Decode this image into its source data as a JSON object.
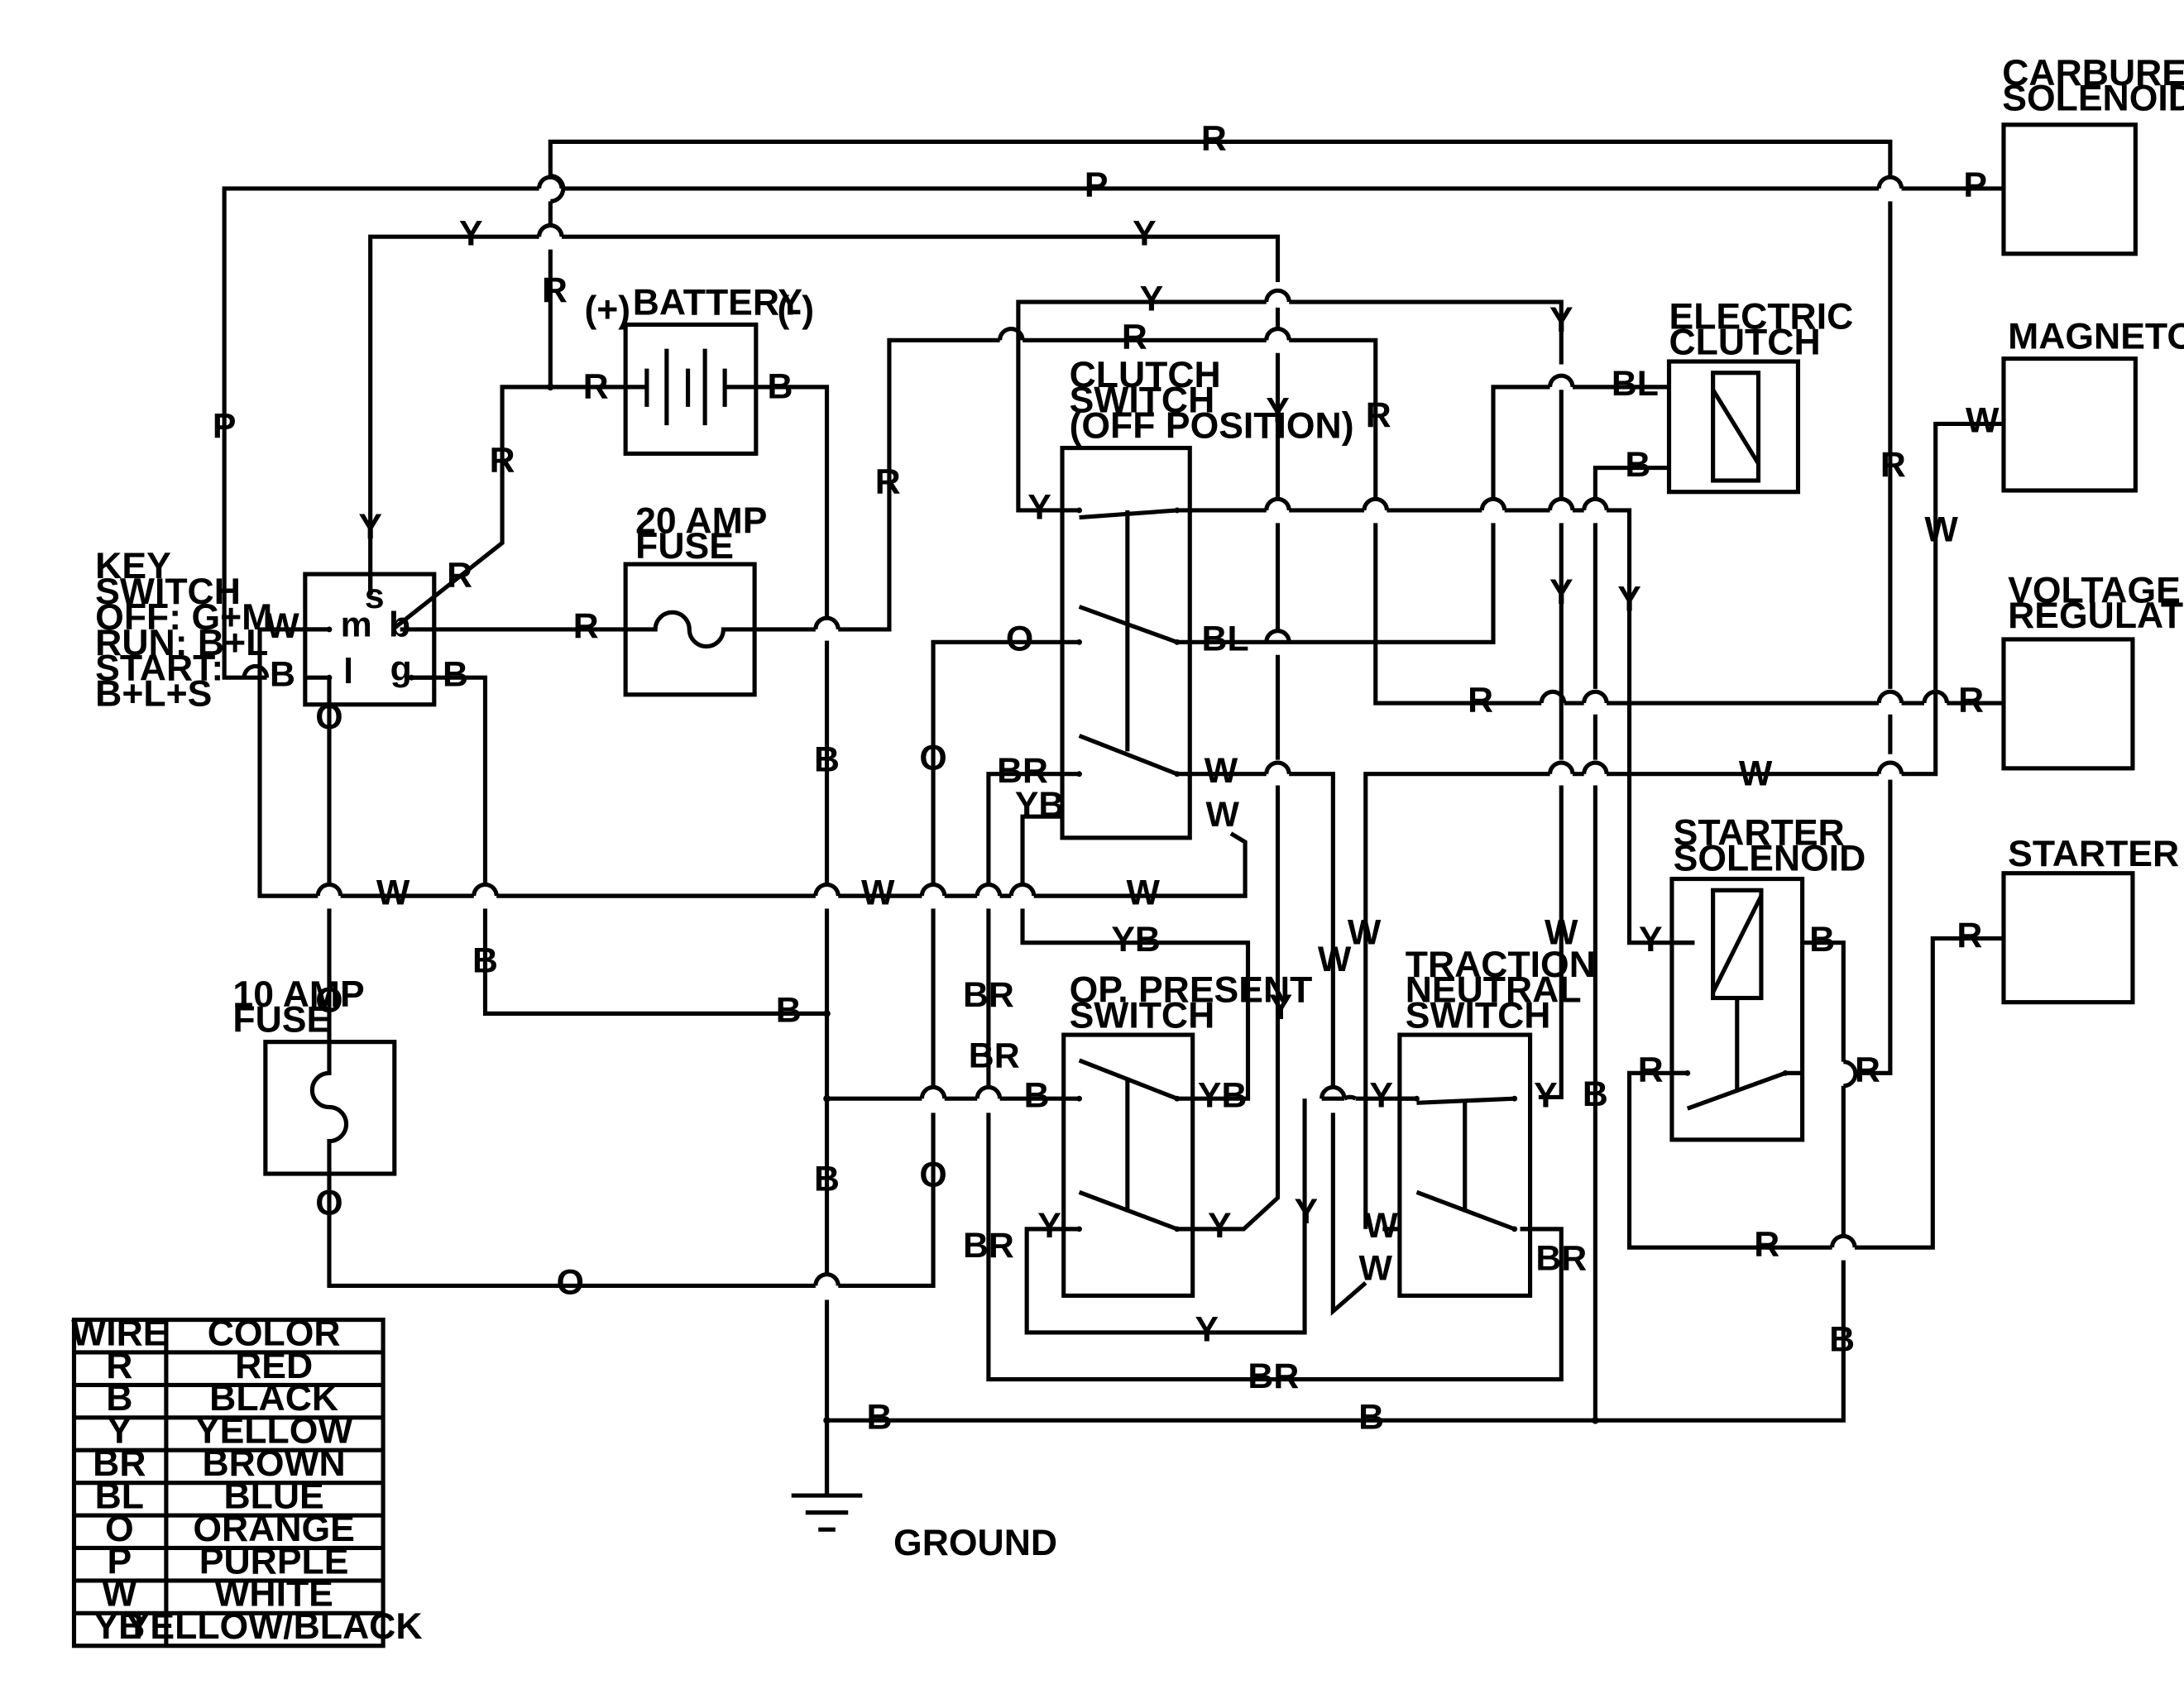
{
  "components": {
    "carb": "CARBURETOR\nSOLENOID",
    "magneto": "MAGNETO",
    "volt": "VOLTAGE\nREGULATOR",
    "starter": "STARTER",
    "eclutch": "ELECTRIC\nCLUTCH",
    "battery": "BATTERY",
    "bat_plus": "(+)",
    "bat_minus": "(-)",
    "fuse20": "20 AMP\nFUSE",
    "fuse10": "10 AMP\nFUSE",
    "clutchsw": "CLUTCH\nSWITCH\n(OFF POSITION)",
    "opsw": "OP. PRESENT\nSWITCH",
    "tnsw": "TRACTION\nNEUTRAL\nSWITCH",
    "ssol": "STARTER\nSOLENOID",
    "keysw": "KEY\nSWITCH\nOFF: G+M\nRUN: B+L\nSTART:\nB+L+S",
    "ground": "GROUND"
  },
  "key_terminals": {
    "s": "s",
    "m": "m",
    "b": "b",
    "l": "l",
    "g": "g"
  },
  "legend": {
    "header": [
      "WIRE",
      "COLOR"
    ],
    "rows": [
      [
        "R",
        "RED"
      ],
      [
        "B",
        "BLACK"
      ],
      [
        "Y",
        "YELLOW"
      ],
      [
        "BR",
        "BROWN"
      ],
      [
        "BL",
        "BLUE"
      ],
      [
        "O",
        "ORANGE"
      ],
      [
        "P",
        "PURPLE"
      ],
      [
        "W",
        "WHITE"
      ],
      [
        "YB",
        "YELLOW/BLACK"
      ]
    ]
  },
  "wire_labels": [
    "R",
    "P",
    "P",
    "Y",
    "Y",
    "R",
    "R",
    "B",
    "Y",
    "R",
    "Y",
    "R",
    "BL",
    "B",
    "Y",
    "Y",
    "R",
    "R",
    "P",
    "Y",
    "R",
    "R",
    "W",
    "O",
    "BL",
    "W",
    "B",
    "W",
    "BR",
    "YB",
    "W",
    "W",
    "W",
    "W",
    "O",
    "YB",
    "BR",
    "B",
    "O",
    "B",
    "BR",
    "B",
    "YB",
    "Y",
    "Y",
    "B",
    "O",
    "O",
    "BR",
    "BR",
    "Y",
    "Y",
    "BR",
    "Y",
    "W",
    "W",
    "W",
    "Y",
    "R",
    "Y",
    "W",
    "W",
    "B",
    "B",
    "Y",
    "B",
    "Y",
    "Y",
    "R",
    "R",
    "R",
    "R",
    "R",
    "W",
    "W",
    "B",
    "B",
    "B",
    "B",
    "O",
    "O",
    "R"
  ]
}
